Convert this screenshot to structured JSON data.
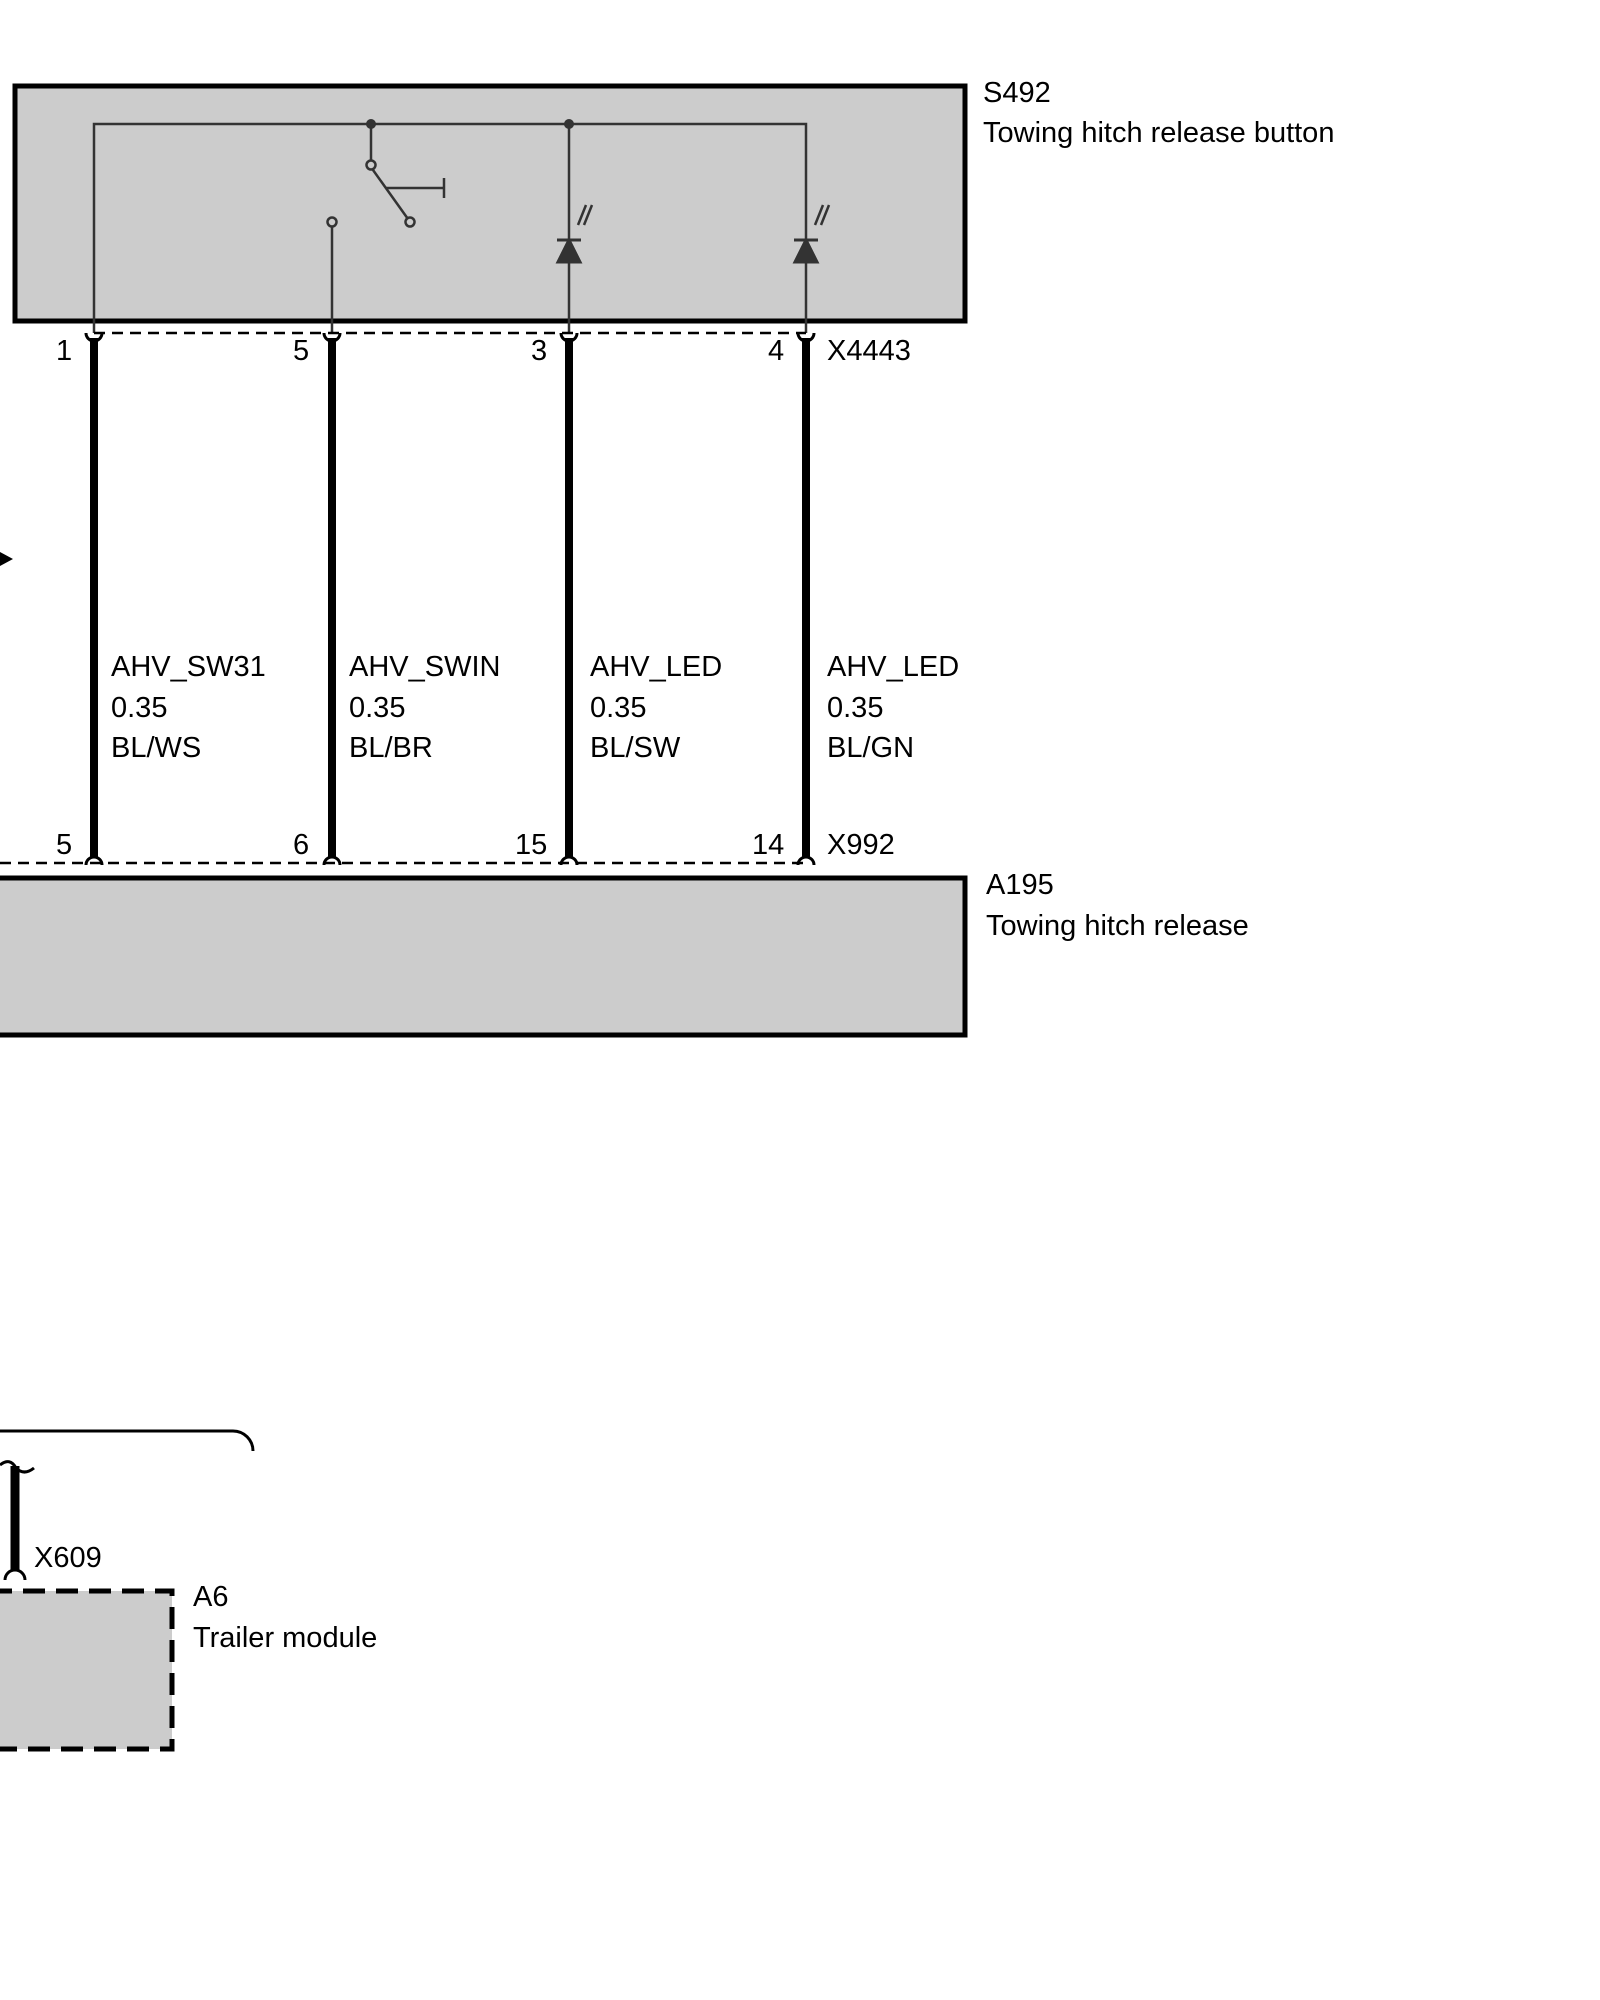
{
  "components": {
    "s492": {
      "id": "S492",
      "name": "Towing hitch release button",
      "connector": "X4443",
      "pins": [
        "1",
        "5",
        "3",
        "4"
      ]
    },
    "a195": {
      "id": "A195",
      "name": "Towing hitch release",
      "connector": "X992",
      "pins": [
        "5",
        "6",
        "15",
        "14"
      ]
    },
    "a6": {
      "id": "A6",
      "name": "Trailer module",
      "connector": "X609"
    }
  },
  "wires": [
    {
      "signal": "AHV_SW31",
      "gauge": "0.35",
      "color": "BL/WS"
    },
    {
      "signal": "AHV_SWIN",
      "gauge": "0.35",
      "color": "BL/BR"
    },
    {
      "signal": "AHV_LED",
      "gauge": "0.35",
      "color": "BL/SW"
    },
    {
      "signal": "AHV_LED",
      "gauge": "0.35",
      "color": "BL/GN"
    }
  ],
  "colors": {
    "module_fill": "#cccccc",
    "line": "#000000",
    "inner_line": "#333333"
  }
}
